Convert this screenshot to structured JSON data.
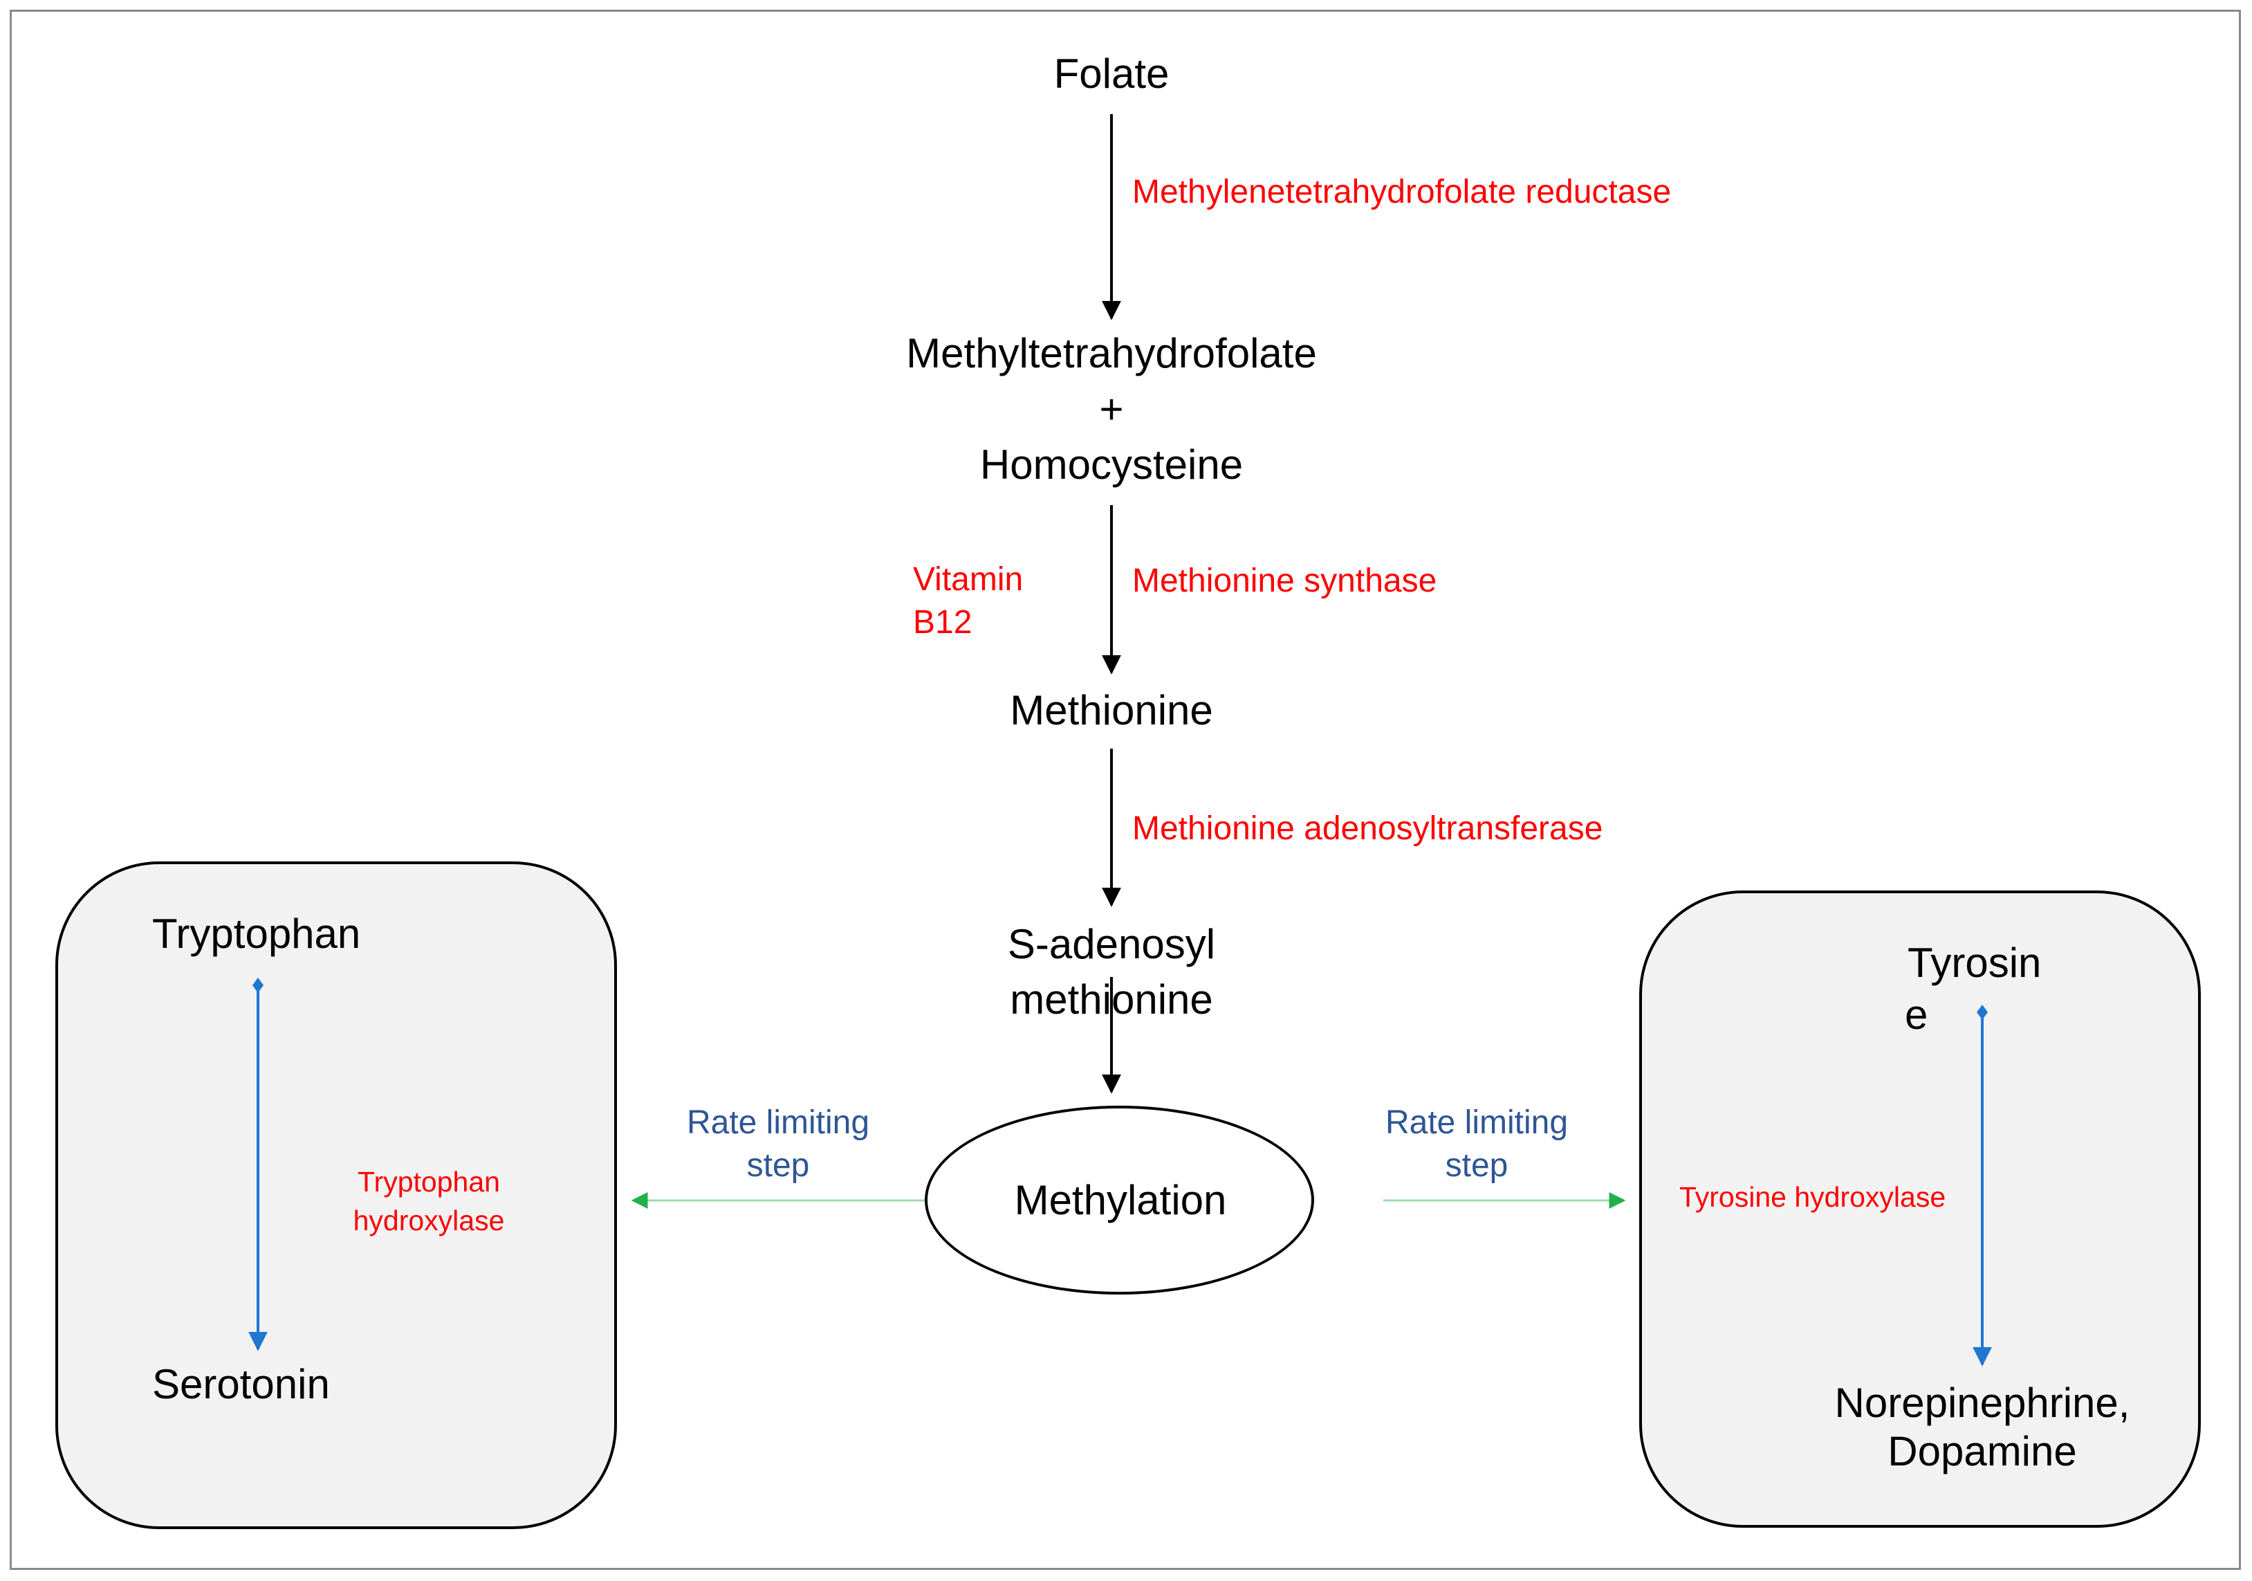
{
  "pathway": {
    "folate": "Folate",
    "mthfr": "Methylenetetrahydrofolate reductase",
    "methylthf": "Methyltetrahydrofolate",
    "plus": "+",
    "homocysteine": "Homocysteine",
    "vitamin_b12_line1": "Vitamin",
    "vitamin_b12_line2": "B12",
    "methionine_synthase": "Methionine synthase",
    "methionine": "Methionine",
    "mat": "Methionine adenosyltransferase",
    "same_line1": "S-adenosyl",
    "same_line2": "methionine",
    "methylation": "Methylation"
  },
  "left_branch": {
    "rate_line1": "Rate limiting",
    "rate_line2": "step",
    "tryptophan": "Tryptophan",
    "enzyme_line1": "Tryptophan",
    "enzyme_line2": "hydroxylase",
    "serotonin": "Serotonin"
  },
  "right_branch": {
    "rate_line1": "Rate limiting",
    "rate_line2": "step",
    "tyrosine_line1": "Tyrosin",
    "tyrosine_line2": "e",
    "enzyme": "Tyrosine hydroxylase",
    "product_line1": "Norepinephrine,",
    "product_line2": "Dopamine"
  },
  "colors": {
    "node_text": "#000000",
    "enzyme_text": "#ff0000",
    "rate_limiting_text": "#2e5595",
    "black_arrow": "#000000",
    "blue_arrow": "#1f77d0",
    "green_arrow": "#22b04b",
    "box_fill": "#f2f2f2"
  }
}
